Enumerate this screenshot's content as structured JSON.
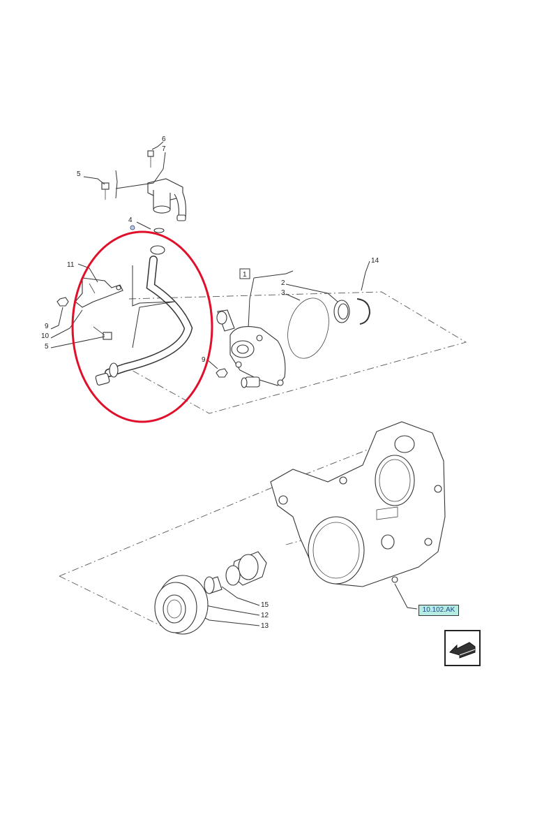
{
  "callouts": {
    "c1": "1",
    "c2": "2",
    "c3": "3",
    "c4": "4",
    "c5a": "5",
    "c5b": "5",
    "c6": "6",
    "c7": "7",
    "c9a": "9",
    "c9b": "9",
    "c10": "10",
    "c11": "11",
    "c12": "12",
    "c13": "13",
    "c14": "14",
    "c15": "15"
  },
  "reference_link": "10.102.AK",
  "colors": {
    "highlight_circle": "#e0102a",
    "reference_bg": "#b6ece4",
    "reference_text": "#1a4a8a"
  },
  "icons": {
    "nav": "arrow-return-icon"
  }
}
